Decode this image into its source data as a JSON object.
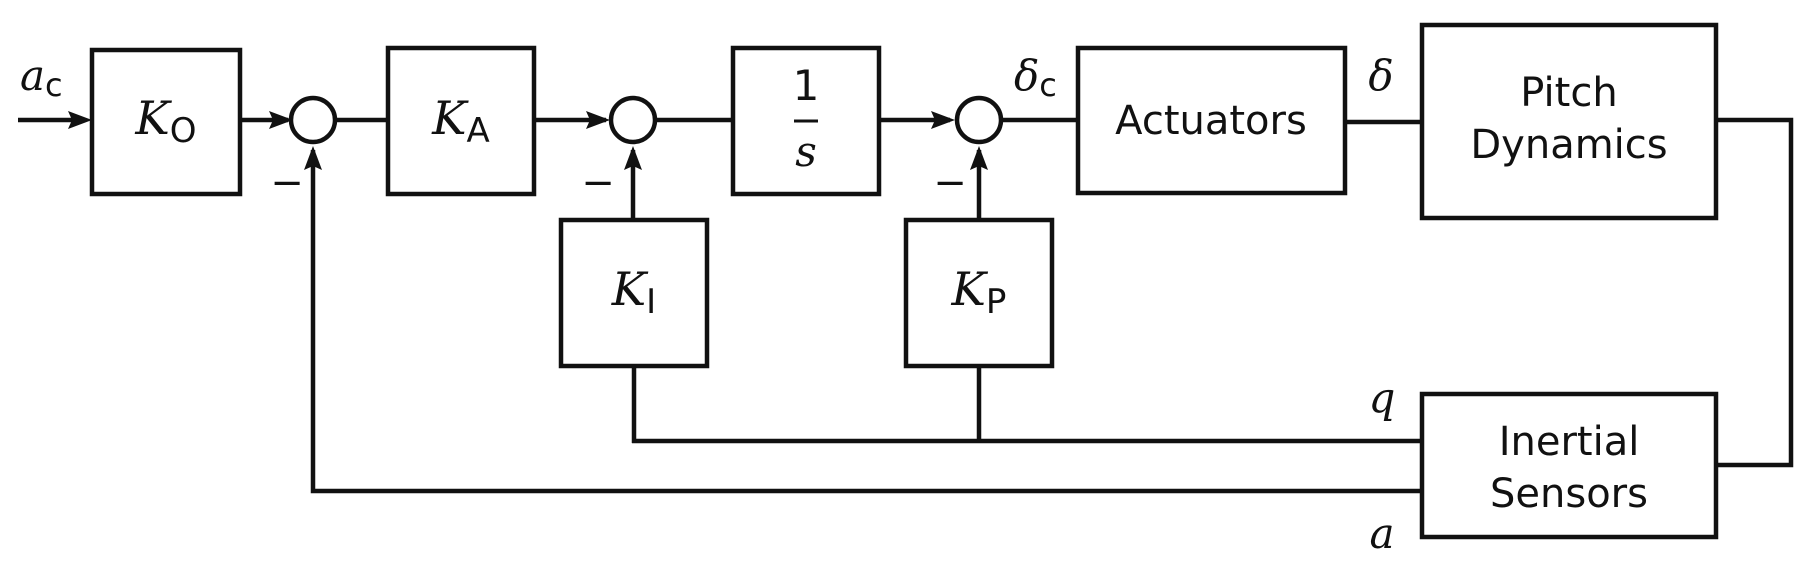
{
  "blocks": {
    "ko": {
      "main": "K",
      "sub": "O"
    },
    "ka": {
      "main": "K",
      "sub": "A"
    },
    "integrator": {
      "num": "1",
      "den": "s"
    },
    "ki": {
      "main": "K",
      "sub": "I"
    },
    "kp": {
      "main": "K",
      "sub": "P"
    },
    "actuators": "Actuators",
    "pitch_dynamics": [
      "Pitch",
      "Dynamics"
    ],
    "inertial_sensors": [
      "Inertial",
      "Sensors"
    ]
  },
  "signals": {
    "input": {
      "main": "a",
      "sub": "c"
    },
    "delta_c": {
      "main": "δ",
      "sub": "c"
    },
    "delta": "δ",
    "q": "q",
    "a": "a"
  },
  "summing_signs": [
    "−",
    "−",
    "−"
  ]
}
